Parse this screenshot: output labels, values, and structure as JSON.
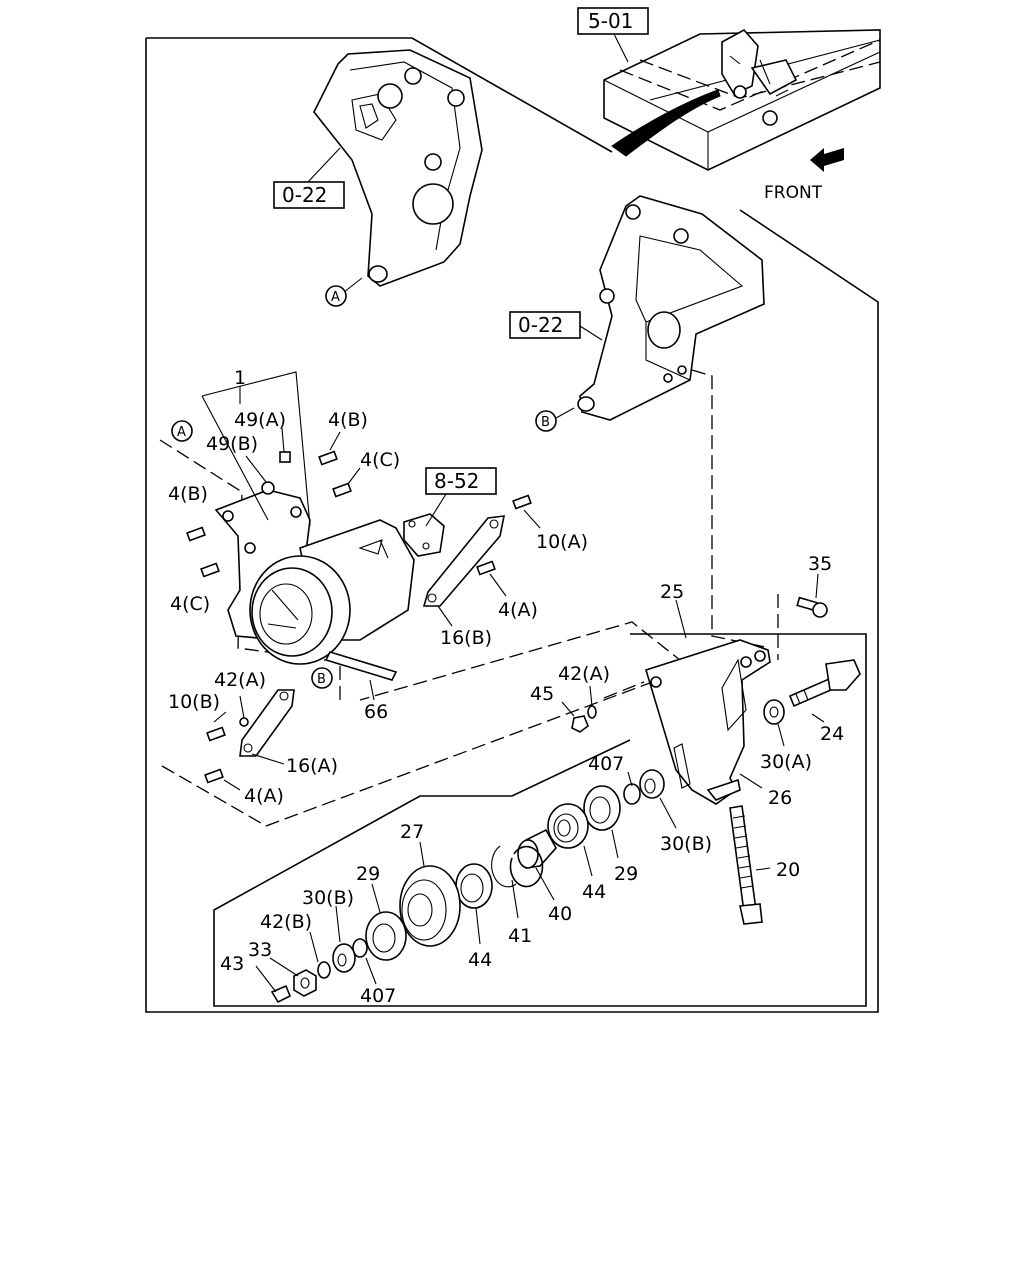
{
  "diagram": {
    "direction_label": "FRONT",
    "reference_boxes": {
      "top": "5-01",
      "bracket_left": "0-22",
      "bracket_right": "0-22",
      "bracket_mid": "8-52"
    },
    "circle_markers": {
      "a_top": "A",
      "b_right": "B",
      "a_left": "A",
      "b_left": "B"
    },
    "part_labels": {
      "p1": "1",
      "p49a": "49(A)",
      "p49b": "49(B)",
      "p4b_top": "4(B)",
      "p4c_top": "4(C)",
      "p4b_left": "4(B)",
      "p4c_left": "4(C)",
      "p10a": "10(A)",
      "p4a_right": "4(A)",
      "p16b": "16(B)",
      "p66": "66",
      "p42a_left": "42(A)",
      "p10b": "10(B)",
      "p16a": "16(A)",
      "p4a_bottom": "4(A)",
      "p35": "35",
      "p25": "25",
      "p42a_right": "42(A)",
      "p45": "45",
      "p24": "24",
      "p30a": "30(A)",
      "p407_top": "407",
      "p26": "26",
      "p30b_right": "30(B)",
      "p20": "20",
      "p27": "27",
      "p29_right": "29",
      "p44_right": "44",
      "p40": "40",
      "p41": "41",
      "p44_left": "44",
      "p29_left": "29",
      "p30b_left": "30(B)",
      "p42b": "42(B)",
      "p33": "33",
      "p43": "43",
      "p407_bottom": "407"
    }
  }
}
